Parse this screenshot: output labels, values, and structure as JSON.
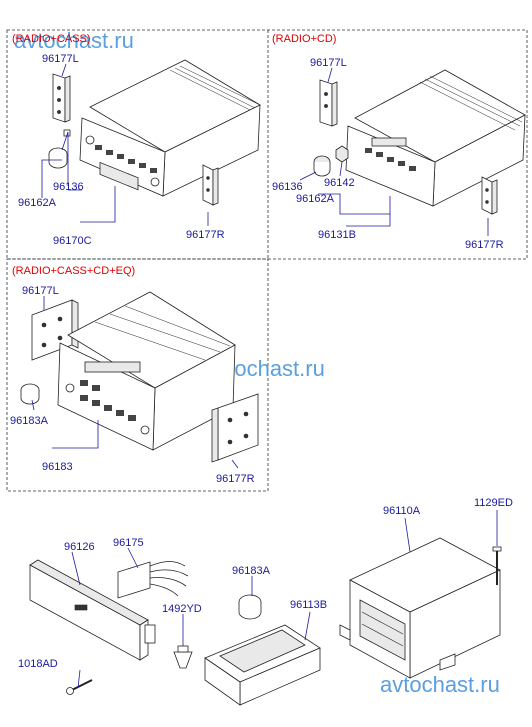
{
  "sections": {
    "radio_cass": "(RADIO+CASS)",
    "radio_cd": "(RADIO+CD)",
    "radio_cass_cd_eq": "(RADIO+CASS+CD+EQ)"
  },
  "labels": {
    "a_96177L": "96177L",
    "a_96136": "96136",
    "a_96162A": "96162A",
    "a_96170C": "96170C",
    "a_96177R": "96177R",
    "b_96177L": "96177L",
    "b_96136": "96136",
    "b_96142": "96142",
    "b_96162A": "96162A",
    "b_96131B": "96131B",
    "b_96177R": "96177R",
    "c_96177L": "96177L",
    "c_96183A": "96183A",
    "c_96183": "96183",
    "c_96177R": "96177R",
    "d_96126": "96126",
    "d_96175": "96175",
    "d_1018AD": "1018AD",
    "d_1492YD": "1492YD",
    "d_96183A": "96183A",
    "d_96113B": "96113B",
    "d_96110A": "96110A",
    "d_1129ED": "1129ED"
  },
  "watermarks": {
    "top": "avtochast.ru",
    "middle": "avtochast.ru",
    "bottom": "avtochast.ru"
  },
  "colors": {
    "label": "#1a1aa0",
    "section_title": "#e00000",
    "watermark": "#5a9fe0",
    "line_art": "#222222"
  }
}
